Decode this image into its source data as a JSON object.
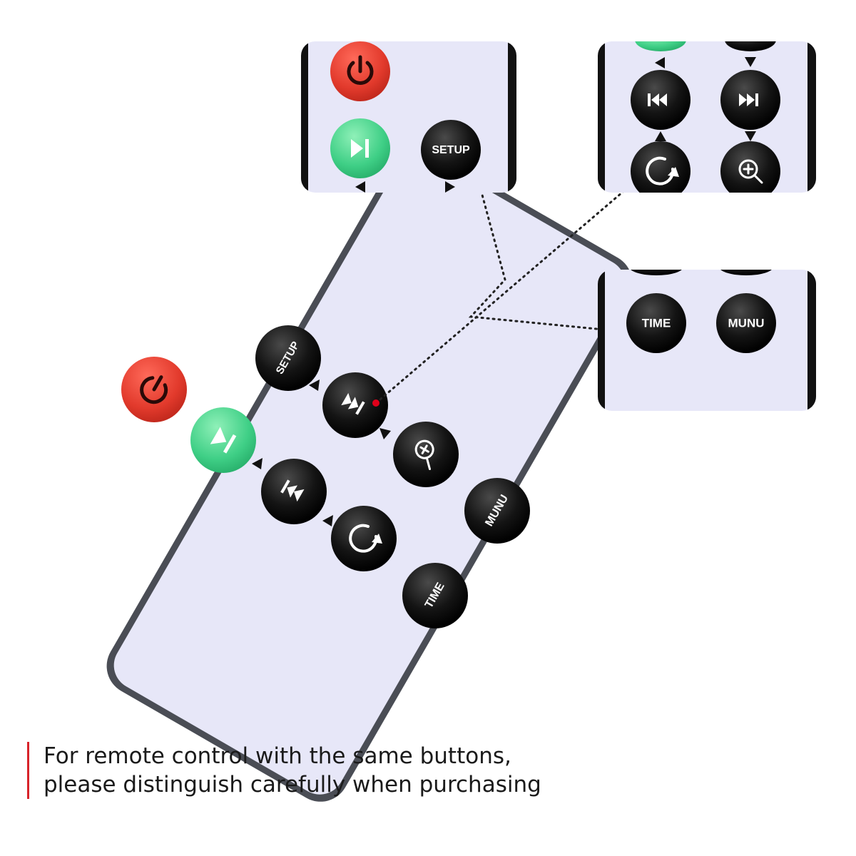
{
  "buttons": {
    "setup": "SETUP",
    "time": "TIME",
    "menu": "MUNU"
  },
  "icons": {
    "power": "power-icon",
    "play_pause": "play-pause-icon",
    "previous": "previous-track-icon",
    "next": "next-track-icon",
    "repeat": "repeat-icon",
    "zoom": "zoom-in-icon"
  },
  "colors": {
    "power_button": "#e23a2c",
    "play_button": "#3fcf86",
    "round_buttons": "#111111",
    "remote_face": "#e7e7f8",
    "remote_border": "#4a4d55",
    "callout_dot": "#e0001a",
    "note_bar": "#d8232a"
  },
  "note": {
    "line1": "For remote control with the same buttons,",
    "line2": "please distinguish carefully when purchasing"
  }
}
